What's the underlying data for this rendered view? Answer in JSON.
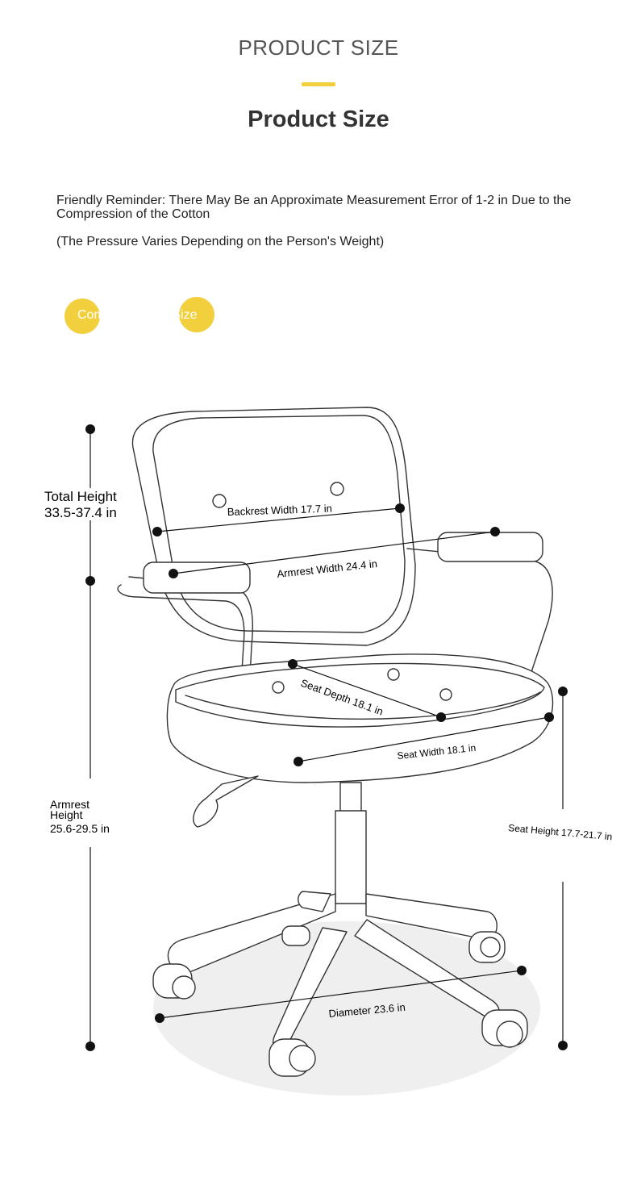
{
  "header": {
    "kicker": "PRODUCT SIZE",
    "title": "Product Size",
    "accent_color": "#f2cf3d"
  },
  "notes": {
    "reminder": "Friendly Reminder: There May Be an Approximate Measurement Error of 1-2 in Due to the Compression of the Cotton",
    "pressure": "(The Pressure Varies Depending on the Person's Weight)"
  },
  "badge": {
    "label": "Computer Chair Size",
    "color": "#f2cf3d"
  },
  "dimensions": {
    "total_height_label": "Total Height",
    "total_height_value": "33.5-37.4 in",
    "backrest_width": "Backrest Width 17.7 in",
    "armrest_width": "Armrest Width 24.4 in",
    "seat_depth": "Seat Depth 18.1 in",
    "seat_width": "Seat Width 18.1 in",
    "armrest_height_label_1": "Armrest",
    "armrest_height_label_2": "Height",
    "armrest_height_value": "25.6-29.5 in",
    "seat_height": "Seat Height 17.7-21.7 in",
    "diameter": "Diameter 23.6 in"
  },
  "illustration": {
    "subject": "office-chair-line-drawing",
    "floor_shadow_color": "#efefef"
  }
}
